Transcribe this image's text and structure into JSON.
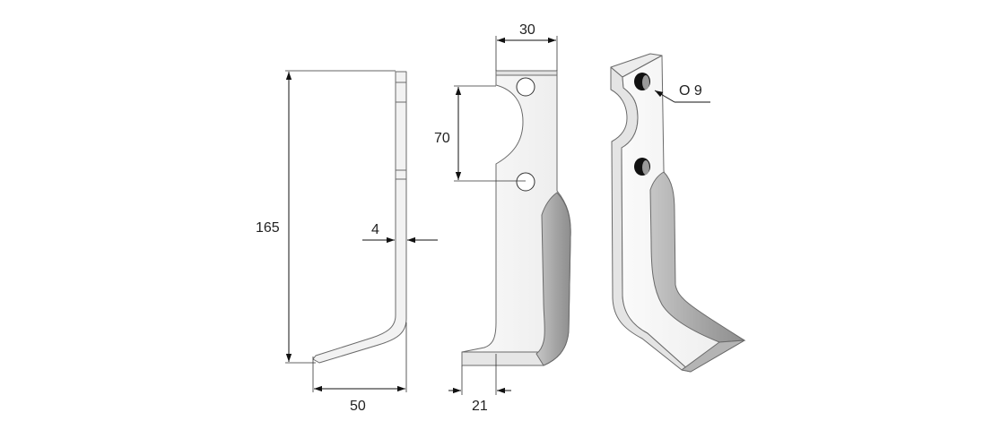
{
  "dimensions": {
    "height_label": "165",
    "thickness_label": "4",
    "foot_width_label": "50",
    "top_width_label": "30",
    "hole_spacing_label": "70",
    "tip_width_label": "21",
    "hole_diameter_label": "O 9"
  },
  "colors": {
    "background": "#ffffff",
    "blade_face": "#f4f4f4",
    "blade_edge": "#d8d8d8",
    "bevel_dark": "#9a9a9a",
    "bevel_light": "#c4c4c4",
    "outline": "#6a6a6a",
    "dimension_line": "#111111",
    "hole": "#111111"
  }
}
